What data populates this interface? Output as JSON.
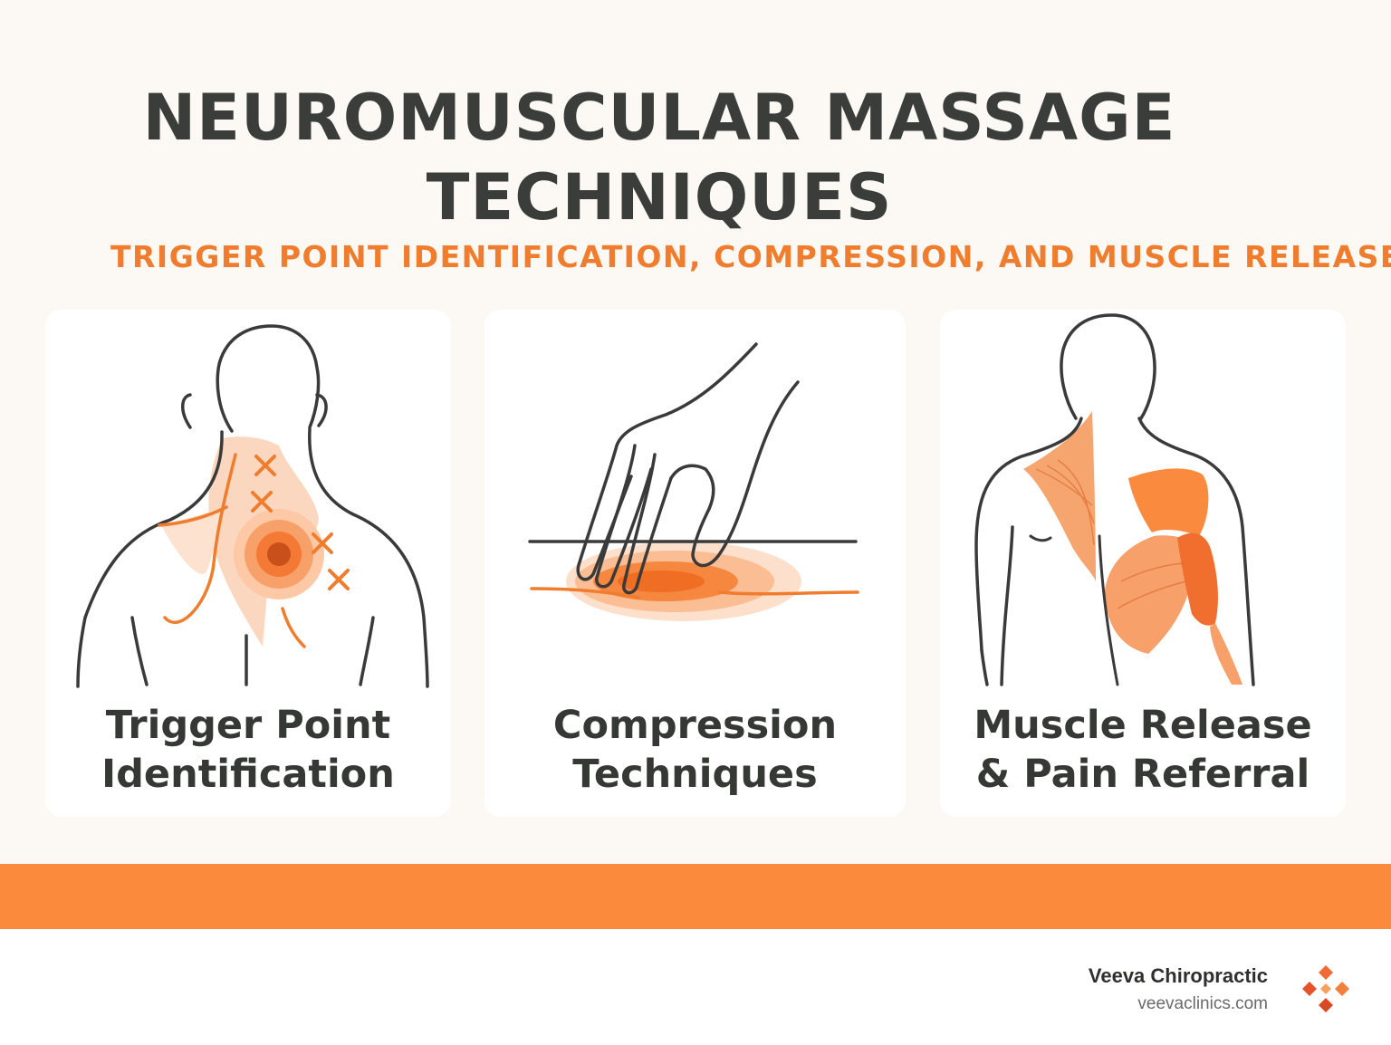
{
  "header": {
    "title_line1": "NEUROMUSCULAR MASSAGE",
    "title_line2": "TECHNIQUES",
    "subtitle": "TRIGGER POINT IDENTIFICATION, COMPRESSION, AND MUSCLE RELEASE"
  },
  "cards": [
    {
      "label_line1": "Trigger Point",
      "label_line2": "Identification",
      "icon": "neck-trigger-points-illustration"
    },
    {
      "label_line1": "Compression",
      "label_line2": "Techniques",
      "icon": "hand-compression-illustration"
    },
    {
      "label_line1": "Muscle Release",
      "label_line2": "& Pain Referral",
      "icon": "back-muscles-illustration"
    }
  ],
  "footer": {
    "brand_name": "Veeva Chiropractic",
    "brand_url": "veevaclinics.com",
    "logo_icon": "veeva-diamond-logo-icon"
  },
  "colors": {
    "background": "#fcf9f4",
    "accent": "#f07c2e",
    "band": "#fb8a3c",
    "text_dark": "#3a3d39"
  }
}
